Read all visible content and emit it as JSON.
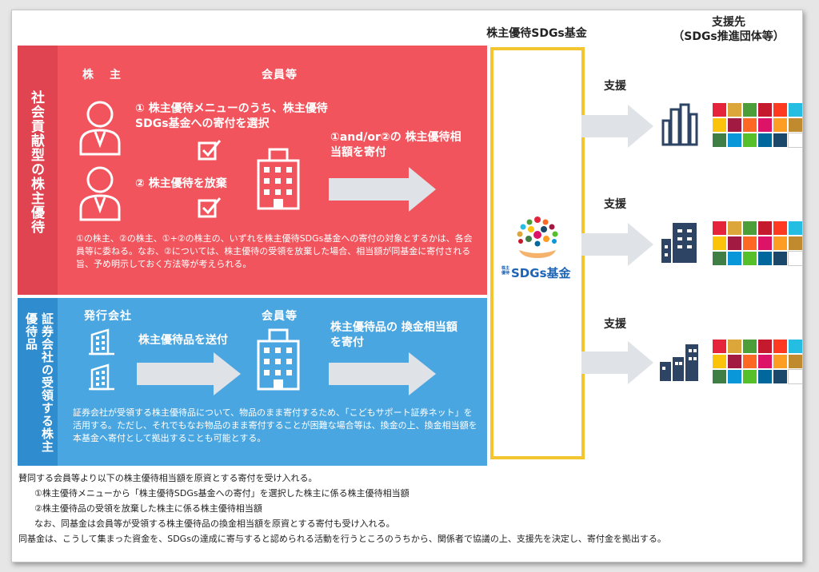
{
  "section_top": {
    "side_title": "社会貢献型の株主優待",
    "shareholder_label": "株　主",
    "member_label": "会員等",
    "option1": "① 株主優待メニューのうち、株主優待 SDGs基金への寄付を選択",
    "option2": "② 株主優待を放棄",
    "arrow_text": "①and/or②の 株主優待相当額を寄付",
    "note": "①の株主、②の株主、①+②の株主の、いずれを株主優待SDGs基金への寄付の対象とするかは、各会員等に委ねる。なお、②については、株主優待の受領を放棄した場合、相当額が同基金に寄付される旨、予め明示しておく方法等が考えられる。"
  },
  "section_bottom": {
    "side_title": "証券会社の受領する株主優待品",
    "issuer_label": "発行会社",
    "member_label": "会員等",
    "send_text": "株主優待品を送付",
    "arrow_text": "株主優待品の 換金相当額を寄付",
    "note": "証券会社が受領する株主優待品について、物品のまま寄付するため、「こどもサポート証券ネット」を活用する。ただし、それでもなお物品のまま寄付することが困難な場合等は、換金の上、換金相当額を本基金へ寄付として拠出することも可能とする。"
  },
  "fund": {
    "header": "株主優待SDGs基金",
    "logo_small": "株主優待",
    "logo_text": "SDGs基金"
  },
  "recipients": {
    "header_line1": "支援先",
    "header_line2": "（SDGs推進団体等）",
    "support_label_1": "支援",
    "support_label_2": "支援",
    "support_label_3": "支援"
  },
  "footer": {
    "line1": "賛同する会員等より以下の株主優待相当額を原資とする寄付を受け入れる。",
    "line2": "①株主優待メニューから「株主優待SDGs基金への寄付」を選択した株主に係る株主優待相当額",
    "line3": "②株主優待品の受領を放棄した株主に係る株主優待相当額",
    "line4": "なお、同基金は会員等が受領する株主優待品の換金相当額を原資とする寄付も受け入れる。",
    "line5": "同基金は、こうして集まった資金を、SDGsの達成に寄与すると認められる活動を行うところのうちから、関係者で協議の上、支援先を決定し、寄付金を拠出する。"
  },
  "colors": {
    "top_section": "#f1545c",
    "bottom_section": "#4aa6e0",
    "fund_border": "#f2c531",
    "sdg_goals": [
      "#e5243b",
      "#dda63a",
      "#4c9f38",
      "#c5192d",
      "#ff3a21",
      "#26bde2",
      "#fcc30b",
      "#a21942",
      "#fd6925",
      "#dd1367",
      "#fd9d24",
      "#bf8b2e",
      "#3f7e44",
      "#0a97d9",
      "#56c02b",
      "#00689d",
      "#19486a",
      "#ffffff"
    ]
  },
  "icons": [
    "person-icon",
    "checkbox-icon",
    "building-icon",
    "arrow-right-icon",
    "sdg-grid-icon",
    "fund-logo-icon"
  ]
}
